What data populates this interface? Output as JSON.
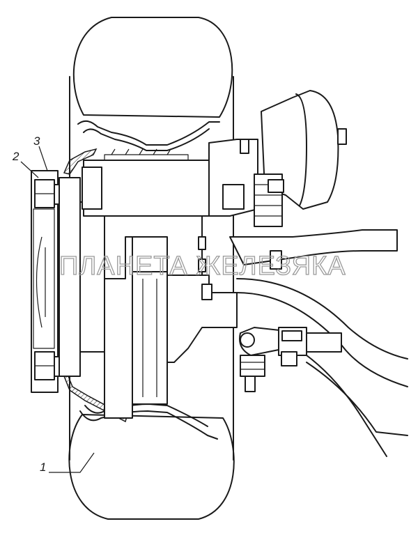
{
  "figure": {
    "callouts": [
      {
        "id": "1",
        "label": "1"
      },
      {
        "id": "2",
        "label": "2"
      },
      {
        "id": "3",
        "label": "3"
      }
    ],
    "watermark": "ПЛАНЕТА ЖЕЛЕЗЯКА",
    "colors": {
      "ink": "#1a1a1a",
      "paper": "#ffffff",
      "watermark": "#9a9a9a"
    }
  }
}
